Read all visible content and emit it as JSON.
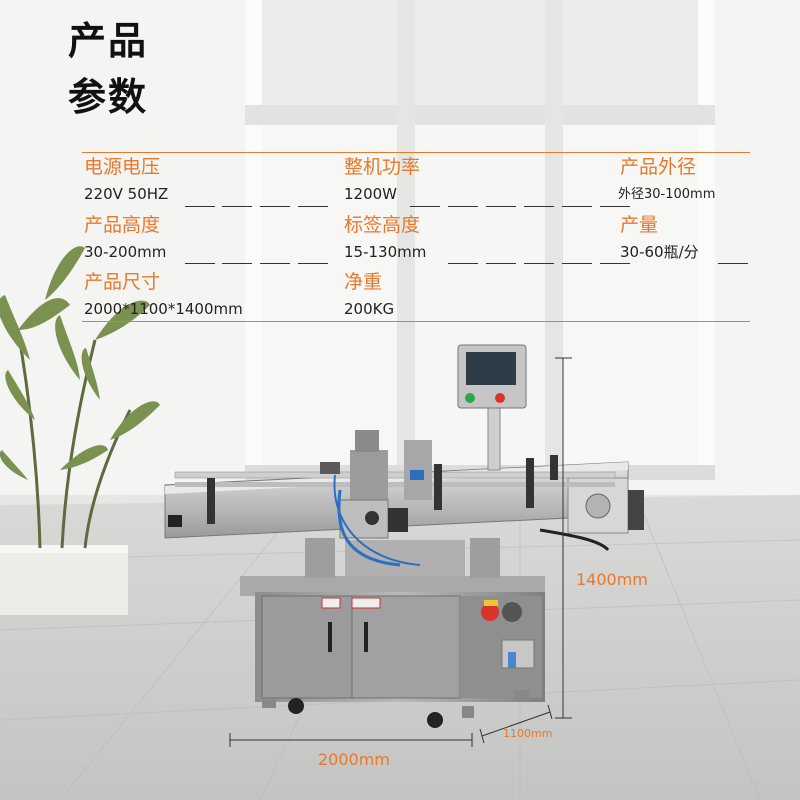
{
  "title": {
    "line1": "产品",
    "line2": "参数"
  },
  "specs": [
    {
      "label": "电源电压",
      "value": "220V 50HZ"
    },
    {
      "label": "整机功率",
      "value": "1200W"
    },
    {
      "label": "产品外径",
      "value": "外径30-100mm"
    },
    {
      "label": "产品高度",
      "value": "30-200mm"
    },
    {
      "label": "标签高度",
      "value": "15-130mm"
    },
    {
      "label": "产量",
      "value": "30-60瓶/分"
    },
    {
      "label": "产品尺寸",
      "value": "2000*1100*1400mm"
    },
    {
      "label": "净重",
      "value": "200KG"
    }
  ],
  "dimensions": {
    "height": "1400mm",
    "length": "2000mm",
    "depth": "1100mm"
  },
  "colors": {
    "accent": "#e8792a",
    "text": "#222222",
    "title": "#111111"
  }
}
